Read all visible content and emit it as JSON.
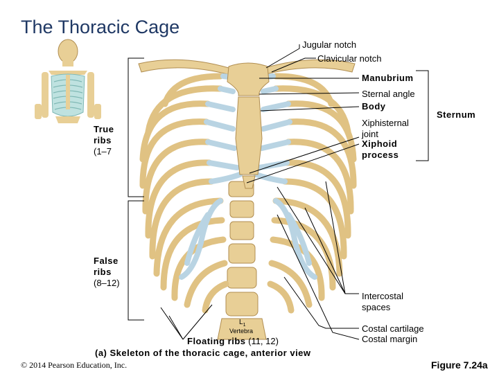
{
  "title": "The Thoracic Cage",
  "labels": {
    "jugular_notch": "Jugular notch",
    "clavicular_notch": "Clavicular notch",
    "manubrium": "Manubrium",
    "sternal_angle": "Sternal angle",
    "body": "Body",
    "xiphisternal": "Xiphisternal",
    "joint": "joint",
    "xiphoid": "Xiphoid",
    "process": "process",
    "sternum": "Sternum",
    "true_ribs": [
      "True",
      "ribs",
      "(1–7"
    ],
    "false_ribs": [
      "False",
      "ribs",
      "(8–12)"
    ],
    "intercostal": [
      "Intercostal",
      "spaces"
    ],
    "costal_cartilage": "Costal cartilage",
    "costal_margin": "Costal margin",
    "floating_ribs_bold": "Floating ribs",
    "floating_ribs_range": " (11, 12)",
    "vertebra_l": "L",
    "vertebra_sub": "1",
    "vertebra_word": "Vertebra"
  },
  "caption": "(a) Skeleton of the thoracic cage, anterior view",
  "copyright": "© 2014 Pearson Education, Inc.",
  "figure_number": "Figure 7.24a",
  "colors": {
    "title": "#1f3864",
    "bone": "#e8cf96",
    "bone_shadow": "#c9a867",
    "cartilage": "#b9d4e3",
    "cartilage_edge": "#8fb3c8"
  }
}
